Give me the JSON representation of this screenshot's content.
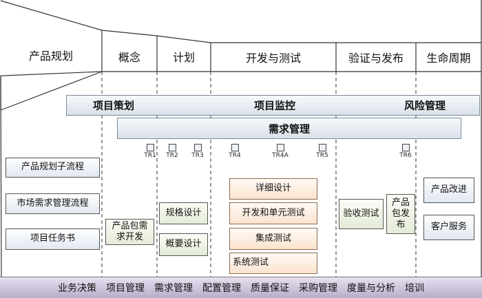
{
  "phases": [
    "产品规划",
    "概念",
    "计划",
    "开发与测试",
    "验证与发布",
    "生命周期"
  ],
  "band_management": [
    "项目策划",
    "项目监控",
    "风险管理"
  ],
  "band_requirements": "需求管理",
  "tr_labels": [
    "TR1",
    "TR2",
    "TR3",
    "TR4",
    "TR4A",
    "TR5",
    "TR6"
  ],
  "left_boxes": [
    "产品规划子流程",
    "市场需求管理流程",
    "项目任务书"
  ],
  "concept_box": "产品包需求开发",
  "plan_boxes": [
    "规格设计",
    "概要设计"
  ],
  "dev_boxes": [
    "详细设计",
    "开发和单元测试",
    "集成测试",
    "系统测试"
  ],
  "verify_boxes": [
    "验收测试",
    "产品包发布"
  ],
  "lifecycle_boxes": [
    "产品改进",
    "客户服务"
  ],
  "bottom_items": [
    "业务决策",
    "项目管理",
    "需求管理",
    "配置管理",
    "质量保证",
    "采购管理",
    "度量与分析",
    "培训"
  ]
}
